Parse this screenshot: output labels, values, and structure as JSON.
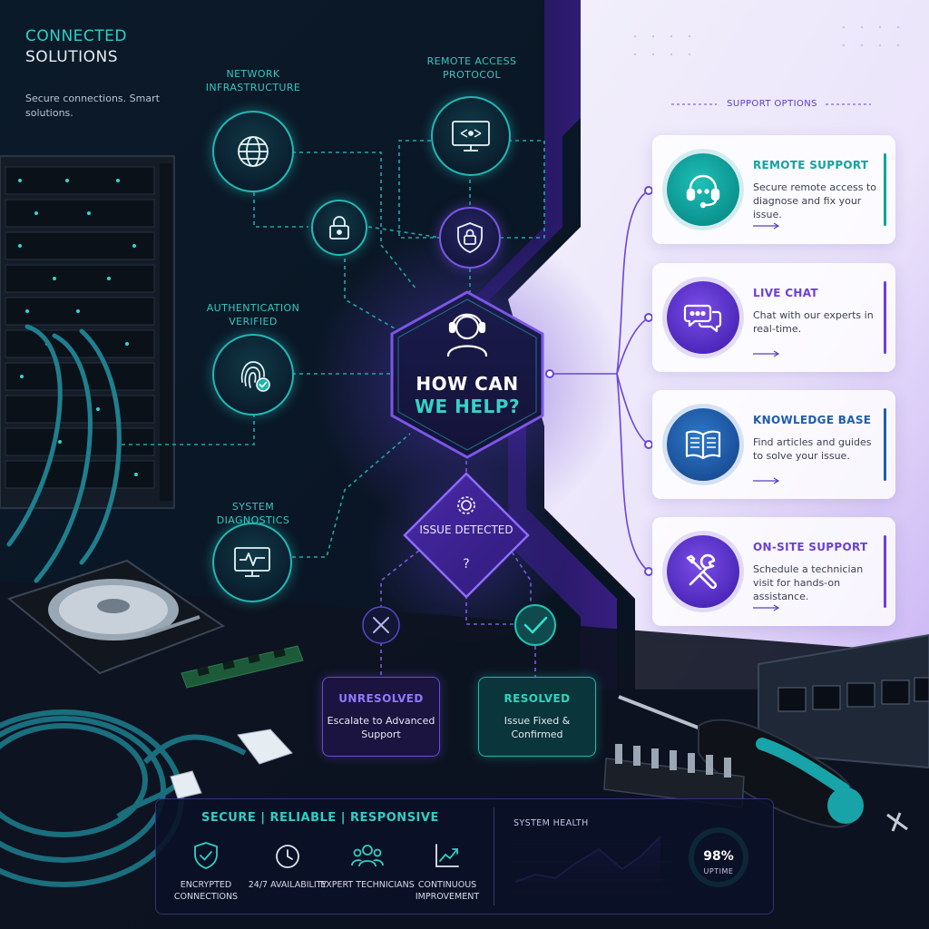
{
  "brand": {
    "line1": "CONNECTED",
    "line2": "SOLUTIONS",
    "tagline": "Secure connections. Smart solutions."
  },
  "nodes": {
    "network": "Network Infrastructure",
    "remote": "Remote Access Protocol",
    "auth": "Authentication Verified",
    "diagnostics": "System Diagnostics"
  },
  "center": {
    "line1": "HOW CAN",
    "line2": "WE HELP?"
  },
  "decision": {
    "label": "Issue Detected",
    "mark": "?"
  },
  "outcomes": {
    "unresolved": {
      "title": "Unresolved",
      "desc": "Escalate to Advanced Support"
    },
    "resolved": {
      "title": "Resolved",
      "desc": "Issue Fixed & Confirmed"
    }
  },
  "support": {
    "title": "Support Options",
    "options": [
      {
        "title": "Remote Support",
        "desc": "Secure remote access to diagnose and fix your issue.",
        "icon": "headset-icon",
        "accent": "#12a3a0"
      },
      {
        "title": "Live Chat",
        "desc": "Chat with our experts in real-time.",
        "icon": "chat-bubbles-icon",
        "accent": "#6a3fd8"
      },
      {
        "title": "Knowledge Base",
        "desc": "Find articles and guides to solve your issue.",
        "icon": "open-book-icon",
        "accent": "#1f5ea8"
      },
      {
        "title": "On-Site Support",
        "desc": "Schedule a technician visit for hands-on assistance.",
        "icon": "tools-icon",
        "accent": "#6a3fd8"
      }
    ]
  },
  "footer": {
    "values": "SECURE | RELIABLE | RESPONSIVE",
    "features": [
      {
        "label": "Encrypted Connections",
        "icon": "shield-check-icon"
      },
      {
        "label": "24/7 Availability",
        "icon": "clock-icon"
      },
      {
        "label": "Expert Technicians",
        "icon": "team-icon"
      },
      {
        "label": "Continuous Improvement",
        "icon": "growth-chart-icon"
      }
    ],
    "system_health": "System Health",
    "uptime_value": "98%",
    "uptime_label": "UPTIME",
    "uptime_fraction": 0.98
  },
  "colors": {
    "teal": "#22c3bd",
    "purple": "#6a3fd8",
    "background": "#0a1322",
    "panel_light": "#efeafb"
  }
}
